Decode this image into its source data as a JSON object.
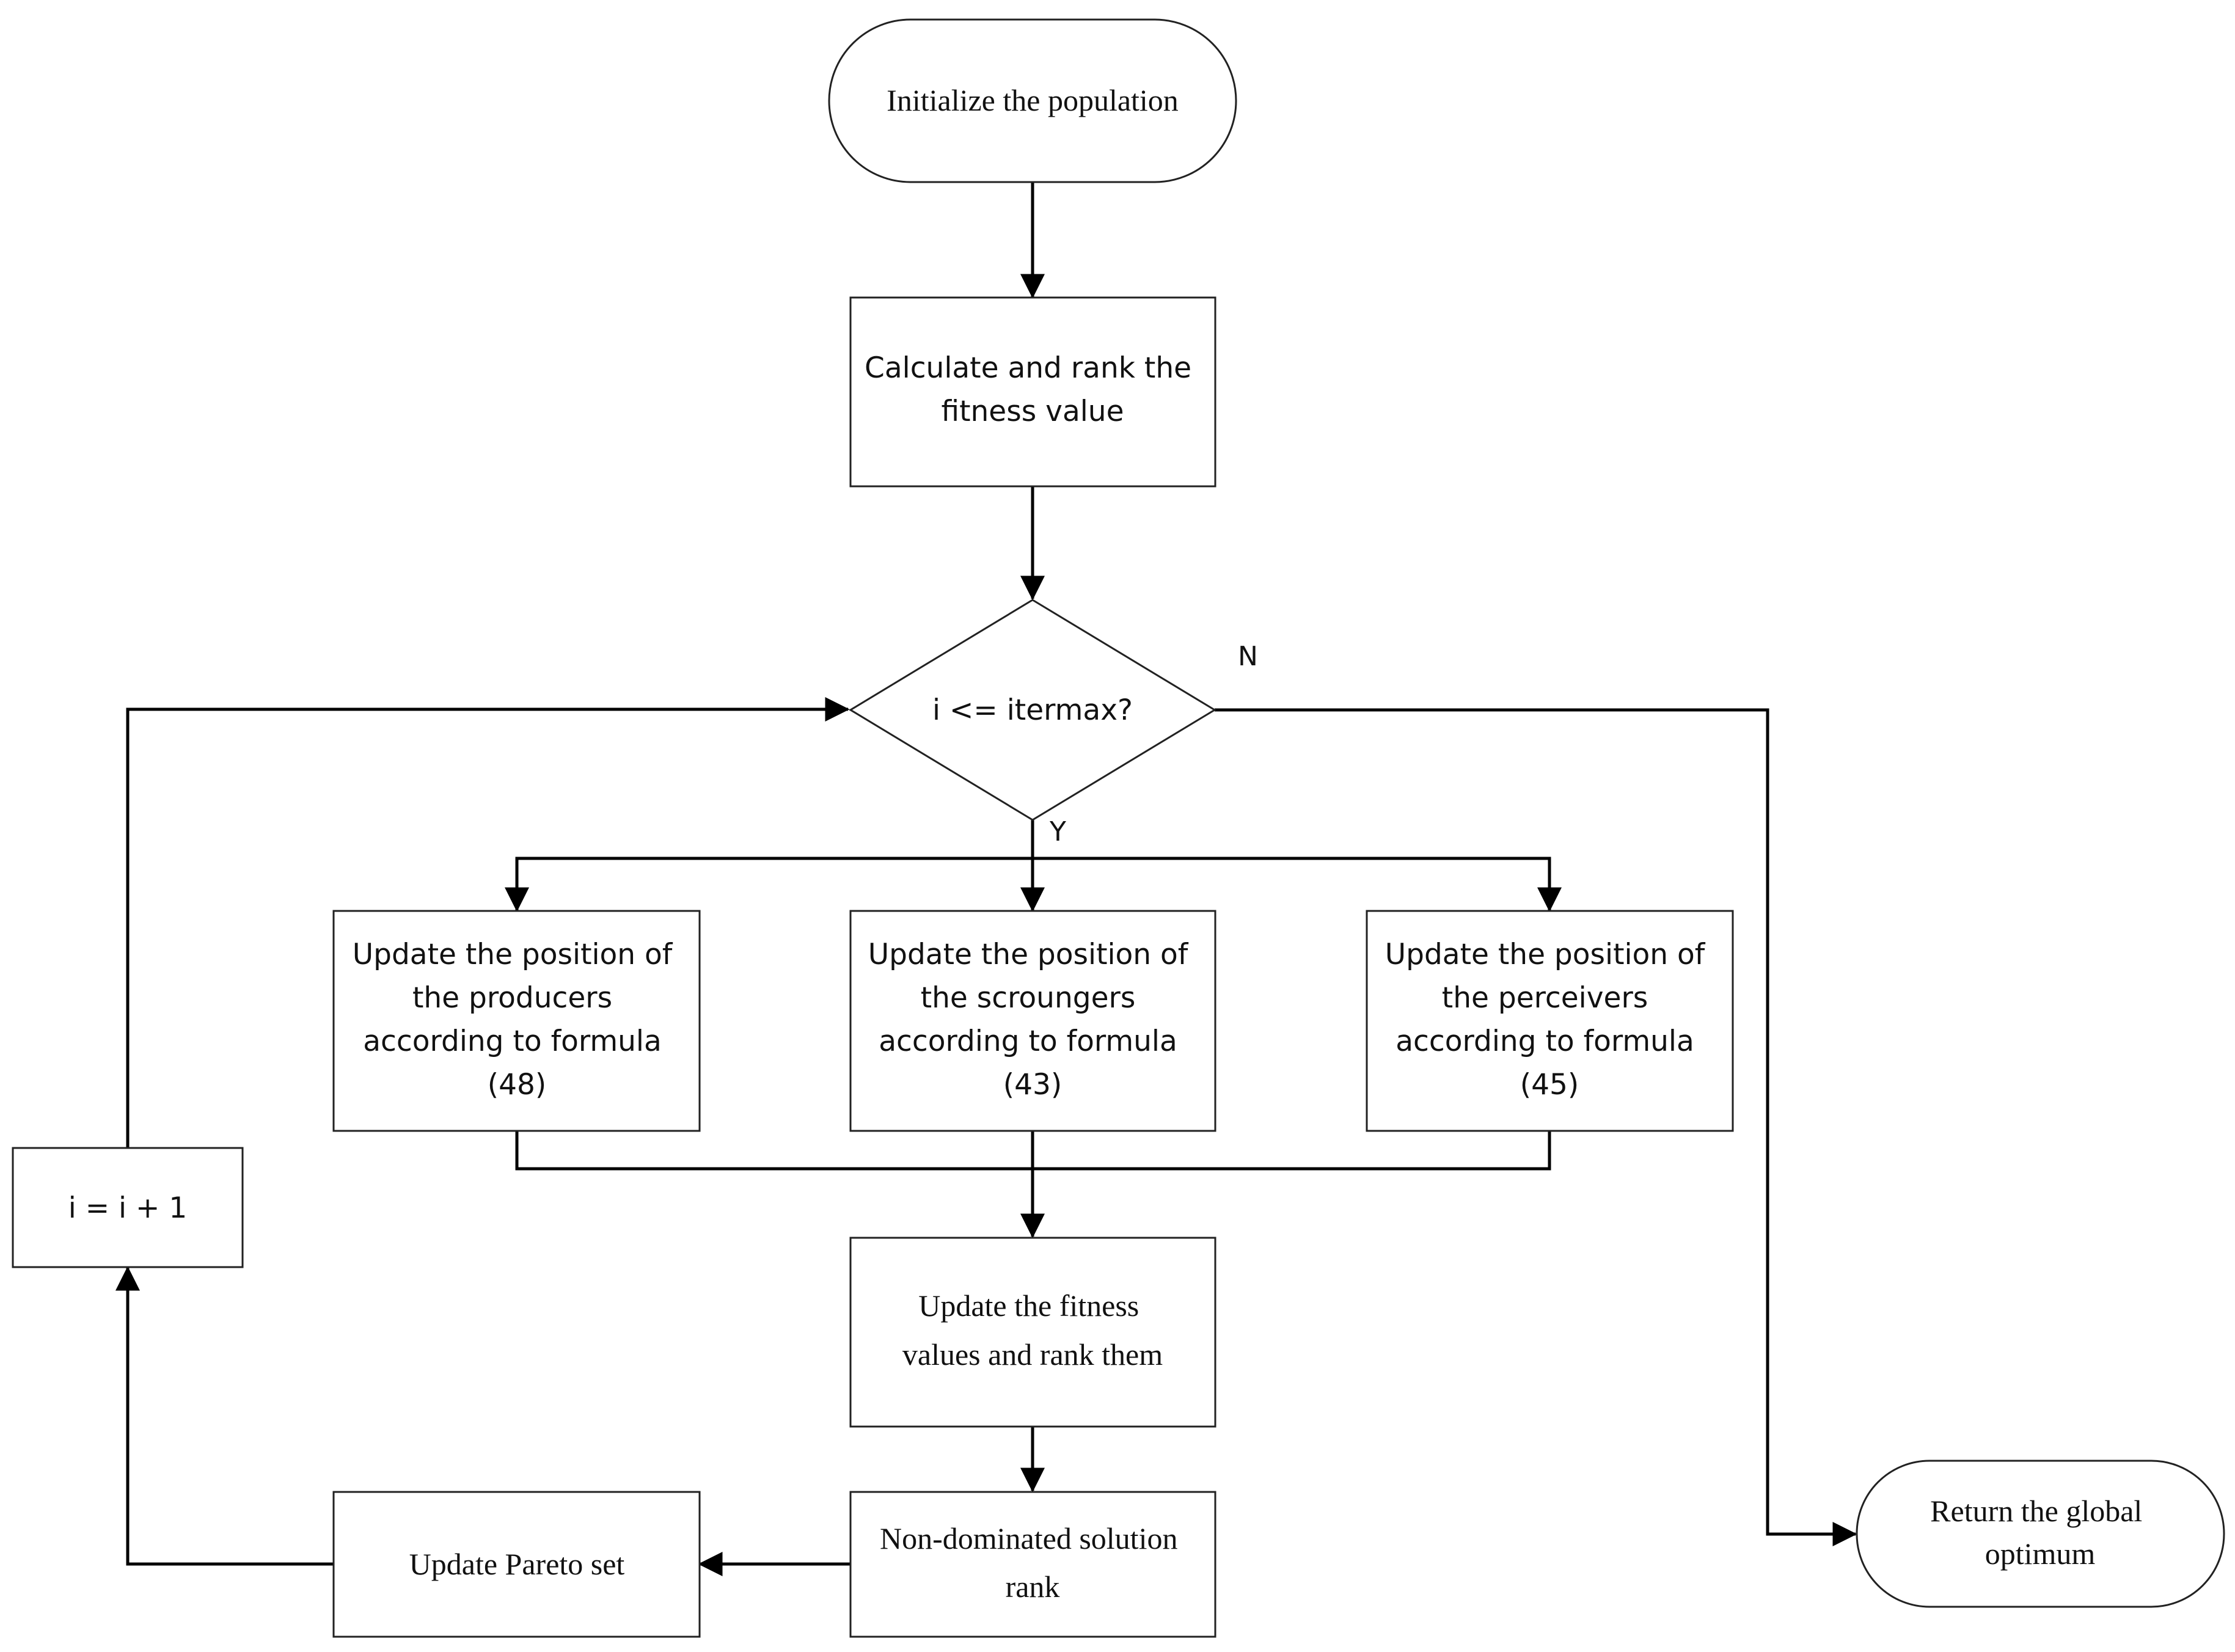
{
  "nodes": {
    "init": {
      "lines": [
        "Initialize the population"
      ]
    },
    "calc_rank": {
      "lines": [
        "Calculate and rank the",
        "fitness value"
      ]
    },
    "decision": {
      "lines": [
        "i <= itermax?"
      ]
    },
    "producers": {
      "lines": [
        "Update the position of",
        "the producers",
        "according to formula",
        "(48)"
      ]
    },
    "scroungers": {
      "lines": [
        "Update the position of",
        "the scroungers",
        "according to formula",
        "(43)"
      ]
    },
    "perceivers": {
      "lines": [
        "Update the position of",
        "the perceivers",
        "according to formula",
        "(45)"
      ]
    },
    "update_fitness": {
      "lines": [
        "Update the fitness",
        "values and rank them"
      ]
    },
    "non_dominated": {
      "lines": [
        "Non-dominated solution",
        "rank"
      ]
    },
    "pareto": {
      "lines": [
        "Update Pareto set"
      ]
    },
    "increment": {
      "lines": [
        "i = i + 1"
      ]
    },
    "return_opt": {
      "lines": [
        "Return the global",
        "optimum"
      ]
    }
  },
  "edge_labels": {
    "no": "N",
    "yes": "Y"
  }
}
